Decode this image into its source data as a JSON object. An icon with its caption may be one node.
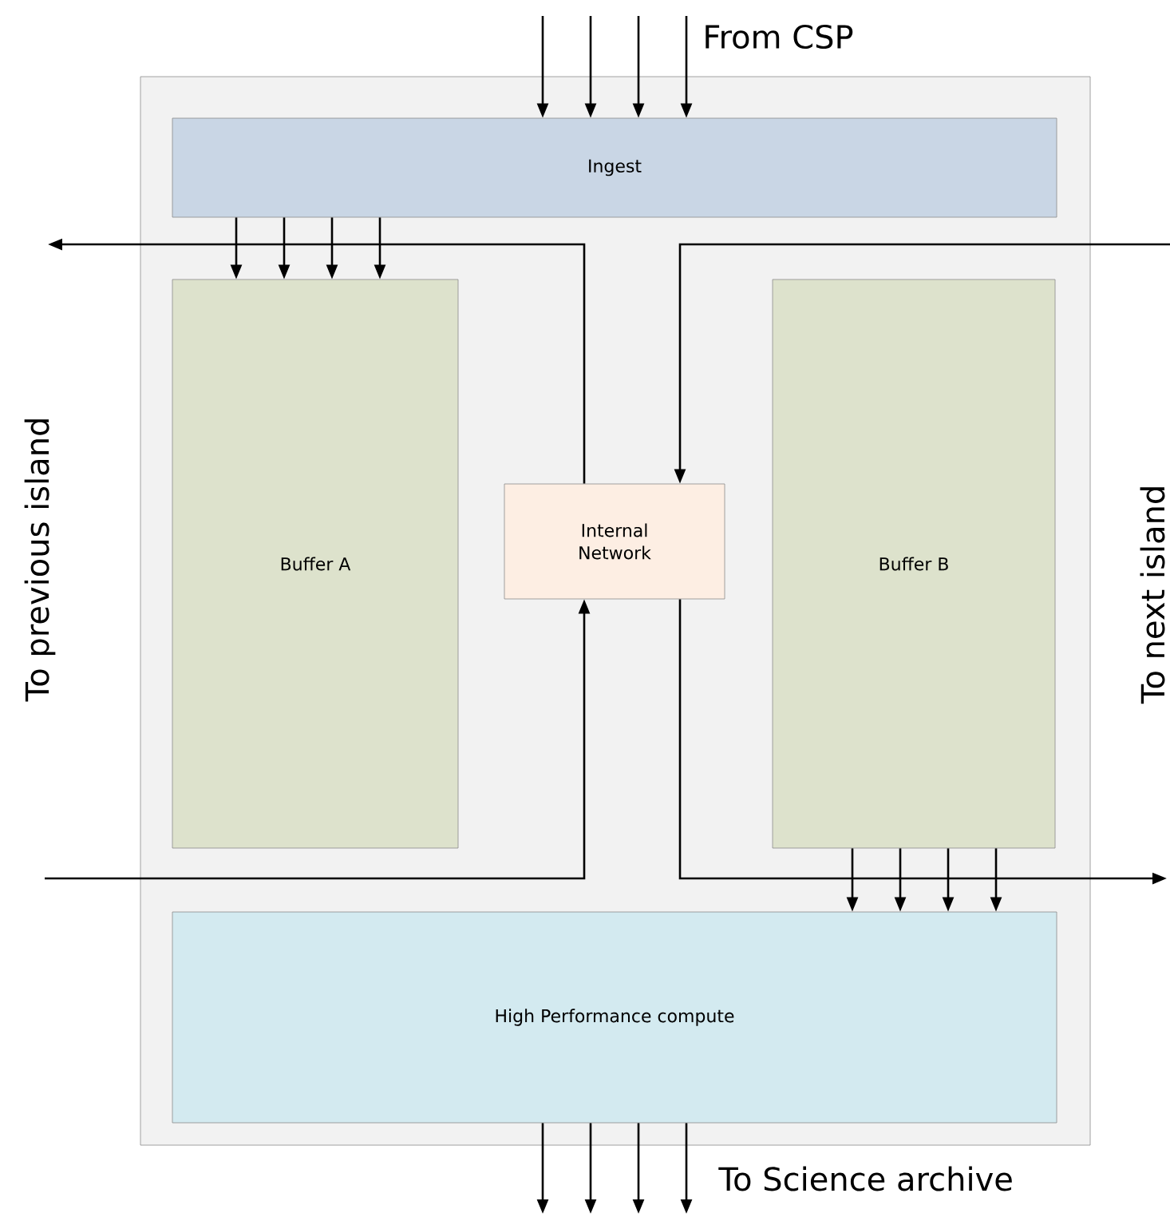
{
  "diagram": {
    "nodes": [
      {
        "text": [],
        "shape": "box"
      },
      {
        "text": [
          "Ingest"
        ],
        "in": 0
      },
      {
        "text": [
          "Buffer A"
        ],
        "in": 0
      },
      {
        "text": [
          "Internal Network"
        ],
        "in": 0
      },
      {
        "text": [
          "Buffer B"
        ],
        "in": 0
      },
      {
        "text": [
          "High Performance compute"
        ],
        "in": 0
      }
    ],
    "edges": [
      {
        "from": null,
        "to": 1,
        "arrow": "to"
      },
      {
        "from": null,
        "to": 1,
        "arrow": "to"
      },
      {
        "from": null,
        "to": 1,
        "arrow": "to"
      },
      {
        "from": null,
        "to": 1,
        "arrow": "to"
      },
      {
        "from": 1,
        "to": 2,
        "arrow": "to"
      },
      {
        "from": 1,
        "to": 2,
        "arrow": "to"
      },
      {
        "from": 1,
        "to": 2,
        "arrow": "to"
      },
      {
        "from": 1,
        "to": 2,
        "arrow": "to"
      },
      {
        "from": 3,
        "to": null,
        "arrow": "to"
      },
      {
        "from": null,
        "to": 3,
        "arrow": "to"
      },
      {
        "from": null,
        "to": 3,
        "arrow": "to"
      },
      {
        "from": 3,
        "to": null,
        "arrow": "to"
      },
      {
        "from": 4,
        "to": 5,
        "arrow": "to"
      },
      {
        "from": 4,
        "to": 5,
        "arrow": "to"
      },
      {
        "from": 4,
        "to": 5,
        "arrow": "to"
      },
      {
        "from": 4,
        "to": 5,
        "arrow": "to"
      },
      {
        "from": 5,
        "to": null,
        "arrow": "to"
      },
      {
        "from": 5,
        "to": null,
        "arrow": "to"
      },
      {
        "from": 5,
        "to": null,
        "arrow": "to"
      },
      {
        "from": 5,
        "to": null,
        "arrow": "to"
      }
    ],
    "labels": [
      "From CSP",
      "To previous island",
      "To next island",
      "To Science archive"
    ]
  }
}
